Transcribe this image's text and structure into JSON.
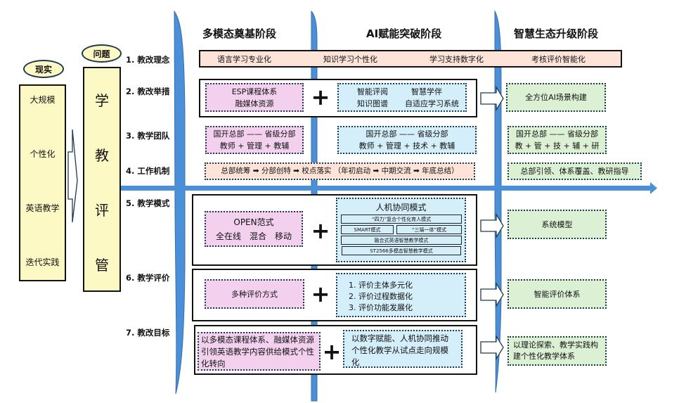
{
  "left_panel": {
    "reality_label": "现实",
    "reality_items": [
      "大规模",
      "个性化",
      "英语教学",
      "迭代实践"
    ],
    "problem_label": "问题",
    "problem_items": [
      "学",
      "教",
      "评",
      "管"
    ]
  },
  "stages": [
    "多模态奠基阶段",
    "AI赋能突破阶段",
    "智慧生态升级阶段"
  ],
  "rows": [
    "1. 教改理念",
    "2. 教改举措",
    "3. 教学团队",
    "4. 工作机制",
    "5. 教学模式",
    "6. 教学评价",
    "7. 教改目标"
  ],
  "row1": {
    "items": [
      "语言学习专业化",
      "知识学习个性化",
      "学习支持数字化",
      "考核评价智能化"
    ]
  },
  "row2": {
    "stage1_lines": [
      "ESP课程体系",
      "融媒体资源"
    ],
    "stage2_lines": [
      [
        "智能评阅",
        "智慧学伴"
      ],
      [
        "知识图谱",
        "自适应学习系统"
      ]
    ],
    "plus": "+",
    "stage3": "全方位AI场景构建"
  },
  "row3": {
    "stage1_lines": [
      "国开总部 —— 省级分部",
      "教师 + 管理 + 教辅"
    ],
    "stage2_lines": [
      "国开总部 —— 省级分部",
      "教师 + 管理 + 技术 + 教辅"
    ],
    "stage3_lines": [
      "国开总部 —— 省级分部",
      "教 + 管 + 技 + 辅 + 研"
    ]
  },
  "row4": {
    "stage12": "总部统筹 ➡ 分部创特 ➡ 校点落实 （年初启动 ➡ 中期交流 ➡ 年底总结）",
    "stage3": "总部引领、体系覆盖、教研指导"
  },
  "row5": {
    "stage1_lines": [
      "OPEN范式",
      "全在线　混合　移动"
    ],
    "stage2_title": "人机协同模式",
    "stage2_modes": [
      "“四力”复合个性化育人模式",
      "SMART模式",
      "“三端一体”模式",
      "融合式英语智慧教学模式",
      "ST2566多模态智慧教学模式"
    ],
    "plus": "+",
    "stage3": "系统模型"
  },
  "row6": {
    "stage1": "多种评价方式",
    "stage2_list": [
      "1.  评价主体多元化",
      "2.  评价过程数据化",
      "3.  评价功能发展化"
    ],
    "plus": "+",
    "stage3": "智能评价体系"
  },
  "row7": {
    "stage1": "以多模态课程体系、融媒体资源引领英语教学内容供给模式个性化转向",
    "stage2": "以数字赋能、人机协同推动个性化教学从试点走向规模化",
    "plus": "+",
    "stage3": "以理论探索、教学实践构建个性化教学体系"
  },
  "colors": {
    "timeline_blue": "#4a8fd8",
    "pink": "#f3d1ee",
    "light_blue": "#d4eefa",
    "green": "#dcf1d4",
    "peach": "#fde3d8",
    "yellow": "#fdf9c4"
  }
}
